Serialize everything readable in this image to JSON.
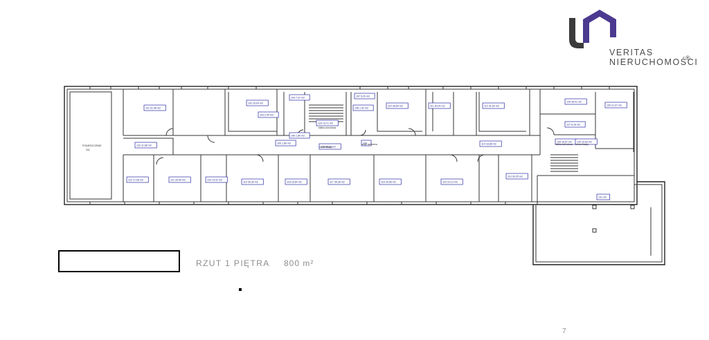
{
  "brand": {
    "line1": "VERITAS",
    "line2": "NIERUCHOMOŚCI",
    "registered": "®",
    "logo_colors": {
      "dark": "#3b3b3b",
      "accent": "#4b3a8f"
    }
  },
  "floor": {
    "title": "RZUT 1 PIĘTRA",
    "area": "800 m²"
  },
  "page_number": "7",
  "plan": {
    "large_room_label": "POMIESZCZENIE",
    "large_room_number": "201",
    "rooms": [
      {
        "num": "101",
        "area": "51,46 m2"
      },
      {
        "num": "102",
        "area": "29,09 m2"
      },
      {
        "num": "103",
        "area": "2,44 m2"
      },
      {
        "num": "104",
        "area": "7,37 m2"
      },
      {
        "num": "105",
        "area": "1,80 m2"
      },
      {
        "num": "106",
        "area": "1,80 m2"
      },
      {
        "num": "107",
        "area": "5,20 m2"
      },
      {
        "num": "108",
        "area": "1,42 m2"
      },
      {
        "num": "109",
        "area": ""
      },
      {
        "num": "110",
        "area": "28,60 m2"
      },
      {
        "num": "111",
        "area": "30,02 m2"
      },
      {
        "num": "112",
        "area": "31,00 m2"
      },
      {
        "num": "113",
        "area": "30,25 m2"
      },
      {
        "num": "114",
        "area": "18,66 m2"
      },
      {
        "num": "115",
        "area": "22,13 m2"
      },
      {
        "num": "116",
        "area": "29,65 m2"
      },
      {
        "num": "117",
        "area": "35,28 m2"
      },
      {
        "num": "118",
        "area": "18,64 m2"
      },
      {
        "num": "119",
        "area": "30,30 m2"
      },
      {
        "num": "120",
        "area": "14,41 m2"
      },
      {
        "num": "121",
        "area": "25,09 m2"
      },
      {
        "num": "122",
        "area": "17,08 m2"
      },
      {
        "num": "123",
        "area": "11,68 m2"
      },
      {
        "num": "124",
        "area": "13,71 m2"
      },
      {
        "num": "125",
        "area": "66,81 m2"
      },
      {
        "num": "126",
        "area": "28,41 m2"
      },
      {
        "num": "127",
        "area": "8,18 m2"
      },
      {
        "num": "128",
        "area": "16,67 m2"
      },
      {
        "num": "129",
        "area": "10,63 m2"
      },
      {
        "num": "130",
        "area": "21,07 m2"
      },
      {
        "num": "131",
        "area": "m2"
      }
    ],
    "sub_labels": [
      "klatka schodowa",
      "komunikacja",
      "wnęk sanitarna",
      "klatka schodowa",
      "komunikacja"
    ]
  }
}
